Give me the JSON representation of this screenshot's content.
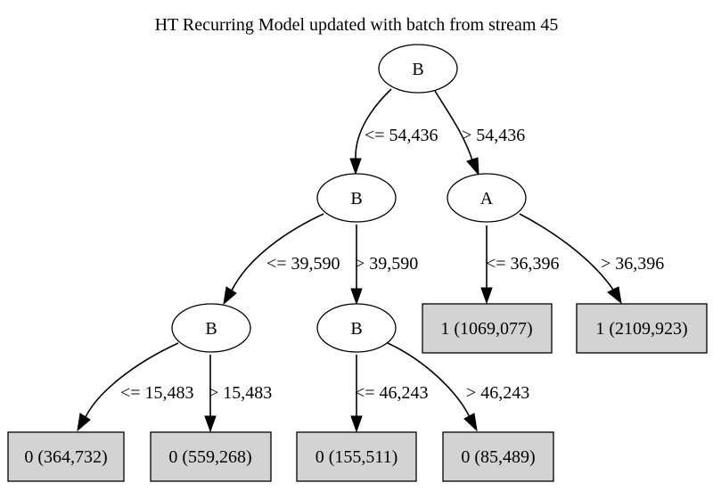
{
  "title": "HT Recurring Model updated with batch from stream 45",
  "colors": {
    "leaf_fill": "#d3d3d3",
    "node_fill": "#ffffff",
    "stroke": "#000000"
  },
  "nodes": {
    "root": "B",
    "left": "B",
    "right": "A",
    "left_left": "B",
    "left_right": "B"
  },
  "leaves": {
    "right_le": "1 (1069,077)",
    "right_gt": "1 (2109,923)",
    "ll_le": "0 (364,732)",
    "ll_gt": "0 (559,268)",
    "lr_le": "0 (155,511)",
    "lr_gt": "0 (85,489)"
  },
  "edges": {
    "root_le": "<= 54,436",
    "root_gt": "> 54,436",
    "left_le": "<= 39,590",
    "left_gt": "> 39,590",
    "right_le": "<= 36,396",
    "right_gt": "> 36,396",
    "ll_le": "<= 15,483",
    "ll_gt": "> 15,483",
    "lr_le": "<= 46,243",
    "lr_gt": "> 46,243"
  }
}
